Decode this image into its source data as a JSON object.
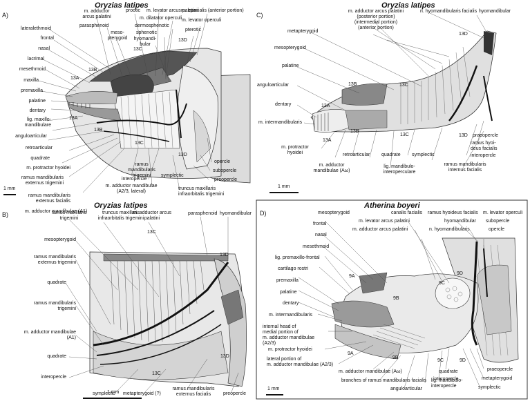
{
  "panels": {
    "A": {
      "letter": "A)",
      "title": "Oryzias latipes",
      "scale": "1 mm",
      "labels": {
        "lateral_ethmoid": "lateralethmoid",
        "frontal": "frontal",
        "nasal": "nasal",
        "lacrimal": "lacrimal",
        "mesethmoid": "mesethmoid",
        "maxilla": "maxilla",
        "premaxilla": "premaxilla",
        "palatine": "palatine",
        "dentary": "dentary",
        "lig_maxillo_mandibulare": "lig. maxillo-\nmandibulare",
        "anguloarticular": "anguloarticular",
        "retroarticular": "retroarticular",
        "quadrate": "quadrate",
        "m_protractor_hyoidei": "m. protractor hyoidei",
        "ramus_mand_ext_trig": "ramus mandibularis\nexternus trigemini",
        "ramus_mand_ext_fac": "ramus mandibularis\nexternus facialis",
        "m_add_mand_a1": "m. adductor mandibulae (A1)",
        "m_add_arcus_palatini": "m. adductor\narcus palatini",
        "parasphenoid": "parasphenoid",
        "mesopterygoid": "meso-\npterygoid",
        "prootic": "prootic",
        "m_levator_arcus_palatini": "m. levator arcus palatini",
        "m_dilatator_operculi": "m. dilatator operculi",
        "dermosphenotic": "dermosphenotic",
        "sphenotic": "sphenotic",
        "hyomandibular": "hyomandi-\nbular",
        "m_epaxialis": "m. epaxialis (anterior portion)",
        "m_levator_operculi": "m. levator operculi",
        "pterotic": "pterotic",
        "ramus_mand_trig": "ramus\nmandibularis\ntrigemini",
        "interopercle": "interopercle",
        "symplectic": "symplectic",
        "m_add_mand_a23": "m. adductor mandibulae\n(A2/3, lateral)",
        "truncus_max_infra": "truncus maxillaris\ninfraorbitalis trigemini",
        "opercle": "opercle",
        "subopercle": "subopercle",
        "preopercle": "preopercle"
      },
      "codes": [
        "13B",
        "13A",
        "13C",
        "13D",
        "13A",
        "13B",
        "13C",
        "13D"
      ]
    },
    "B": {
      "letter": "B)",
      "title": "Oryzias latipes",
      "scale": "1 mm",
      "labels": {
        "ramus_max_trig": "ramus maxillaris\ntrigemini",
        "truncus_max_infra": "truncus maxillaris\ninfraorbitalis trigemini",
        "m_add_arcus_palatini": "m. adductor arcus\npalatini",
        "parasphenoid": "parasphenoid",
        "hyomandibular": "hyomandibular",
        "mesopterygoid": "mesopterygoid",
        "ramus_mand_ext_trig": "ramus mandibularis\nexternus trigemini",
        "quadrate": "quadrate",
        "ramus_mand_trig": "ramus mandibularis\ntrigemini",
        "m_add_mand_a1": "m. adductor mandibulae\n(A1)",
        "quadrate2": "quadrate",
        "interopercle": "interopercle",
        "symplectic": "symplectic",
        "metapterygoid": "metapterygoid (?)",
        "ramus_mand_ext_fac": "ramus mandibularis\nexternus facialis",
        "preopercle": "preopercle"
      },
      "codes": [
        "13C",
        "13D",
        "13D",
        "13C"
      ]
    },
    "C": {
      "letter": "C)",
      "title": "Oryzias latipes",
      "scale": "1 mm",
      "labels": {
        "m_add_arcus_palatini": "m. adductor arcus palatini\n(posterior portion)\n(intermedial portion)\n(anterior portion)",
        "n_hyomand_fac": "n. hyomandibularis facialis",
        "hyomandibular": "hyomandibular",
        "metapterygoid": "metapterygoid",
        "mesopterygoid": "mesopterygoid",
        "palatine": "palatine",
        "anguloarticular": "anguloarticular",
        "dentary": "dentary",
        "m_intermandibularis": "m. intermandibularis",
        "m_protractor_hyoidei": "m. protractor\nhyoidei",
        "m_add_mand_aw": "m. adductor\nmandibulae (Aω)",
        "retroarticular": "retroarticular",
        "quadrate": "quadrate",
        "lig_mand_interop": "lig. mandibulo-\ninteroperculare",
        "symplectic": "symplectic",
        "preopercle": "praeopercle",
        "ramus_hyoideus": "ramus hyoi-\ndeus facialis",
        "interopercle": "interopercle",
        "ramus_mand_int": "ramus mandibularis\ninternus facialis"
      },
      "codes": [
        "13D",
        "13B",
        "13C",
        "13A",
        "13B",
        "13A",
        "13C",
        "13D"
      ]
    },
    "D": {
      "letter": "D)",
      "title": "Atherina boyeri",
      "scale": "1 mm",
      "labels": {
        "mesopterygoid": "mesopterygoid",
        "frontal": "frontal",
        "nasal": "nasal",
        "mesethmoid": "mesethmoid",
        "lig_premaxillo_frontal": "lig. premaxillo-frontal",
        "cartilago_rostri": "cartilago rostri",
        "premaxilla": "premaxilla",
        "palatine": "palatine",
        "dentary": "dentary",
        "m_intermandibularis": "m. intermandibularis",
        "internal_head": "internal head of\nmedial portion of\nm. adductor mandibulae\n(A2/3)",
        "m_protractor_hyoidei": "m. protractor hyoidei",
        "lateral_portion": "lateral portion of\nm. adductor mandibulae (A2/3)",
        "canalis_facialis": "canalis facialis",
        "m_levator_arcus_palatini": "m. levator arcus palatini",
        "m_add_arcus_palatini": "m. adductor arcus palatini",
        "ramus_hyoideus_fac": "ramus hyoideus facialis",
        "hyomandibular": "hyomandibular",
        "n_hyomandibularis": "n. hyomandibularis",
        "m_levator_operculi": "m. levator operculi",
        "subopercle": "subopercle",
        "opercle": "opercle",
        "m_add_mand_aw": "m. adductor mandibulae (Aω)",
        "branches_ramus": "branches of ramus mandibularis facialis",
        "anguloarticular": "anguloarticular",
        "lig_mand_interop": "lig. mandibulo-\ninteropercle",
        "quadrate": "quadrate",
        "interopercle": "interopercle",
        "praeopercle": "praeopercle",
        "metapterygoid": "metapterygoid",
        "symplectic": "symplectic"
      },
      "codes": [
        "9A",
        "9B",
        "9C",
        "9D",
        "9A",
        "9B",
        "9C",
        "9D"
      ]
    }
  }
}
